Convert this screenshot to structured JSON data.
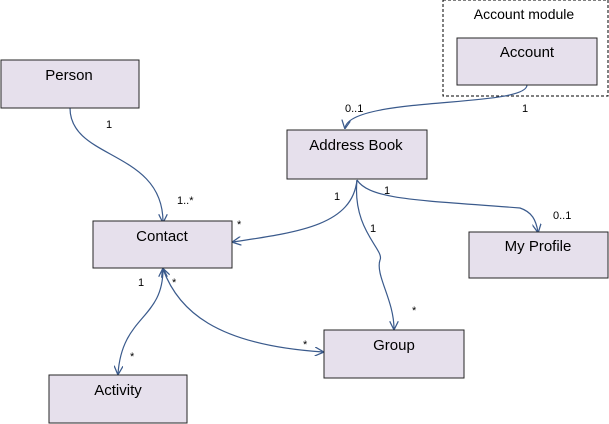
{
  "colors": {
    "node_fill": "#e6e0ec",
    "node_stroke": "#262626",
    "edge_stroke": "#3a5a8c",
    "module_stroke": "#000000"
  },
  "module": {
    "title": "Account module"
  },
  "nodes": {
    "person": "Person",
    "account": "Account",
    "address_book": "Address Book",
    "contact": "Contact",
    "my_profile": "My Profile",
    "group": "Group",
    "activity": "Activity"
  },
  "multiplicities": {
    "person_contact_src": "1",
    "person_contact_dst": "1..*",
    "account_ab_src": "1",
    "account_ab_dst": "0..1",
    "ab_contact_src": "1",
    "ab_contact_dst": "*",
    "ab_group_src": "1",
    "ab_group_dst": "*",
    "ab_profile_src": "1",
    "ab_profile_dst": "0..1",
    "contact_activity_src": "1",
    "contact_activity_dst": "*",
    "contact_group_src": "*",
    "contact_group_dst": "*"
  }
}
